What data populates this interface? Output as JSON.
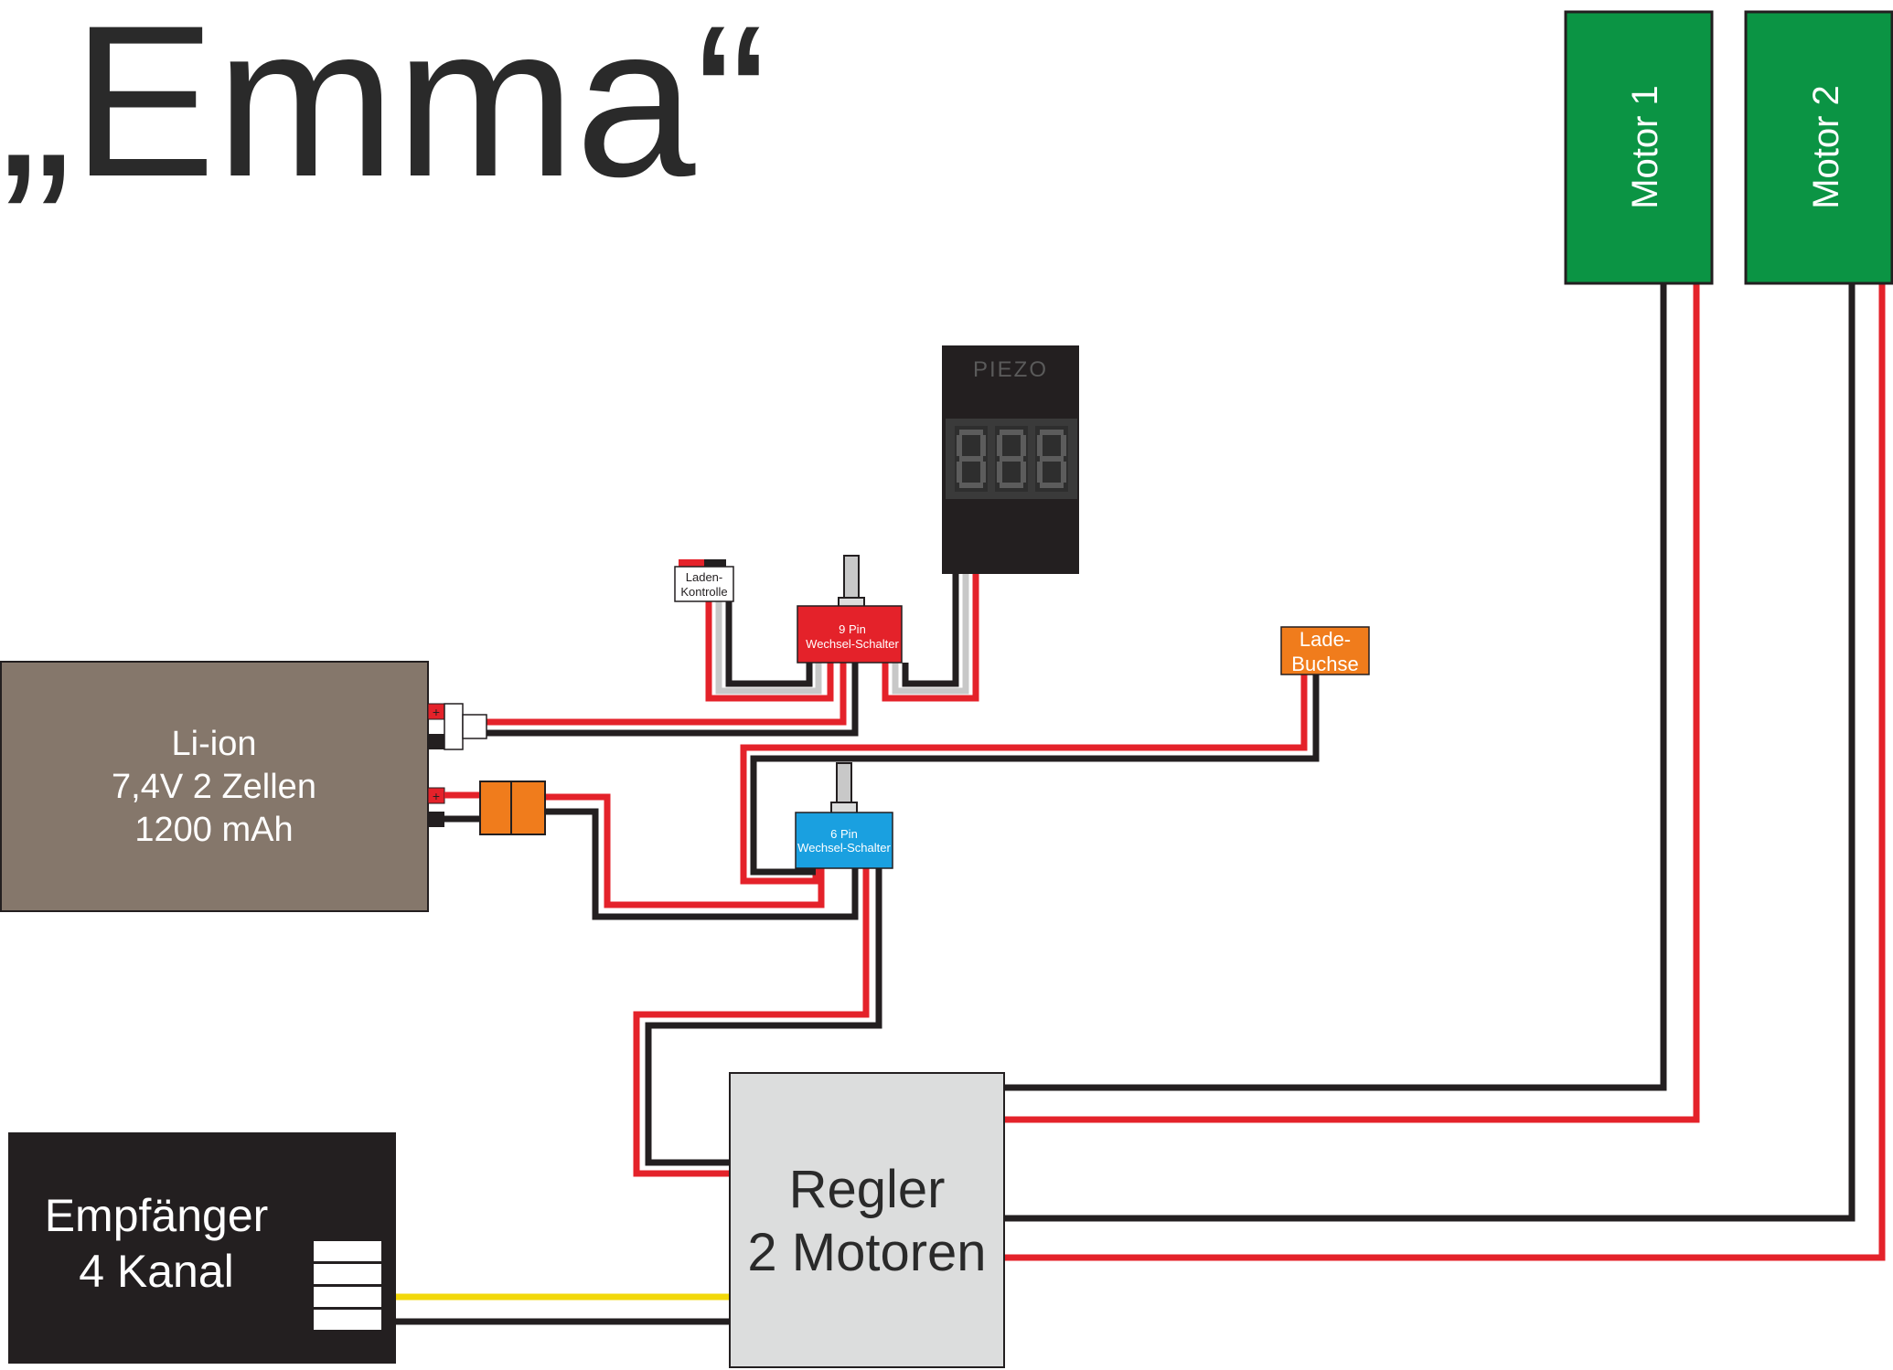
{
  "title": "„Emma“",
  "components": {
    "motor1": {
      "label": "Motor 1",
      "color": "#0b9444"
    },
    "motor2": {
      "label": "Motor 2",
      "color": "#0b9444"
    },
    "piezo": {
      "label": "PIEZO",
      "color": "#231f20"
    },
    "laden_kontrolle": {
      "line1": "Laden-",
      "line2": "Kontrolle"
    },
    "switch9": {
      "line1": "9 Pin",
      "line2": "Wechsel-Schalter",
      "color": "#e4222a"
    },
    "switch6": {
      "line1": "6 Pin",
      "line2": "Wechsel-Schalter",
      "color": "#1aa0e0"
    },
    "lade_buchse": {
      "line1": "Lade-",
      "line2": "Buchse",
      "color": "#f07c1c"
    },
    "battery": {
      "line1": "Li-ion",
      "line2": "7,4V 2 Zellen",
      "line3": "1200 mAh",
      "color": "#85776b"
    },
    "receiver": {
      "line1": "Empfänger",
      "line2": "4 Kanal",
      "color": "#231f20"
    },
    "regler": {
      "line1": "Regler",
      "line2": "2 Motoren",
      "color": "#dcdddd"
    }
  },
  "wire_colors": {
    "red": "#e4222a",
    "black": "#231f20",
    "grey": "#c8c8c8",
    "yellow": "#f2d80a"
  }
}
